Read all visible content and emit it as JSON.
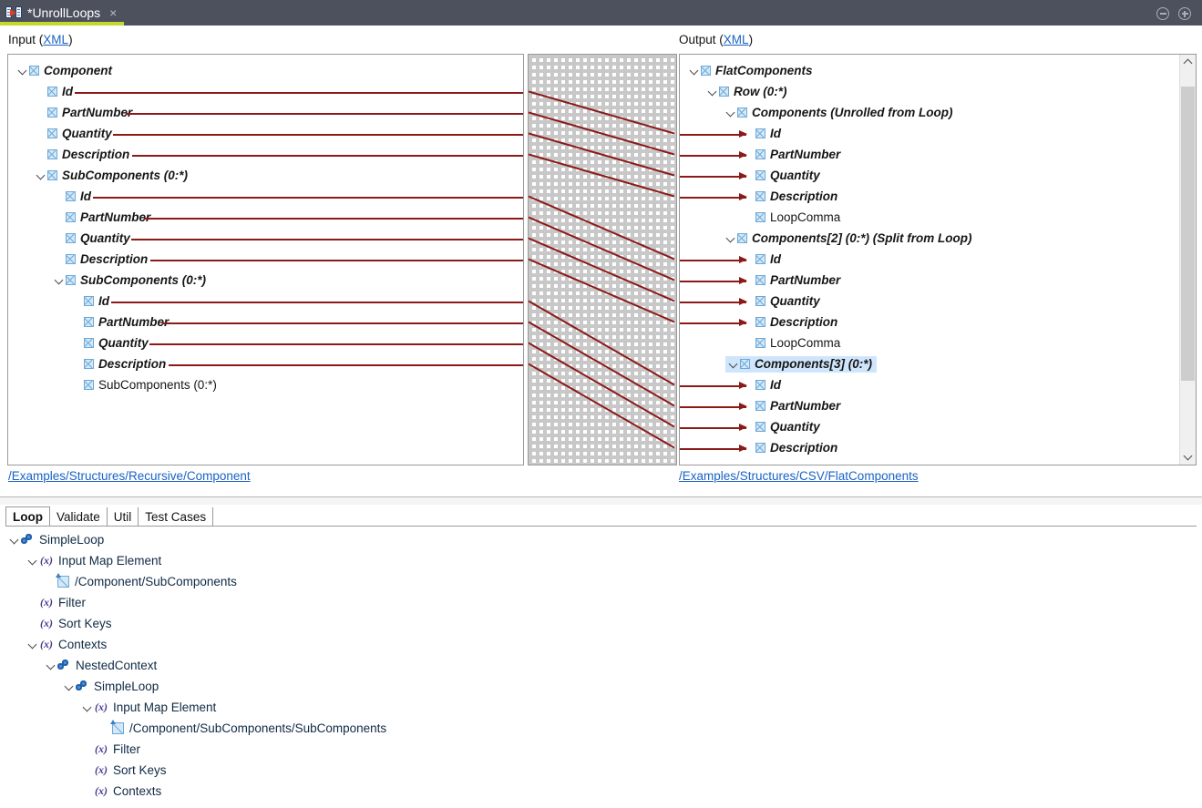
{
  "window": {
    "tab_title": "*UnrollLoops",
    "tab_icon": "mapping-document-icon",
    "close_label": "×",
    "accent_color": "#c4d82e",
    "titlebar_color": "#4d515e",
    "minimize_icon": "minus-circle-icon",
    "maximize_icon": "plus-circle-icon"
  },
  "input_panel": {
    "header_text": "Input",
    "header_link": "(XML)",
    "link_open": "(",
    "link_label": "XML",
    "link_close": ")",
    "path": "/Examples/Structures/Recursive/Component",
    "nodes": [
      {
        "label": "Component",
        "depth": 0,
        "bold": true,
        "twisty": "open",
        "mapped": false
      },
      {
        "label": "Id",
        "depth": 1,
        "bold": true,
        "twisty": "none",
        "mapped": true
      },
      {
        "label": "PartNumber",
        "depth": 1,
        "bold": true,
        "twisty": "none",
        "mapped": true
      },
      {
        "label": "Quantity",
        "depth": 1,
        "bold": true,
        "twisty": "none",
        "mapped": true
      },
      {
        "label": "Description",
        "depth": 1,
        "bold": true,
        "twisty": "none",
        "mapped": true
      },
      {
        "label": "SubComponents (0:*)",
        "depth": 1,
        "bold": true,
        "twisty": "open",
        "mapped": false
      },
      {
        "label": "Id",
        "depth": 2,
        "bold": true,
        "twisty": "none",
        "mapped": true
      },
      {
        "label": "PartNumber",
        "depth": 2,
        "bold": true,
        "twisty": "none",
        "mapped": true
      },
      {
        "label": "Quantity",
        "depth": 2,
        "bold": true,
        "twisty": "none",
        "mapped": true
      },
      {
        "label": "Description",
        "depth": 2,
        "bold": true,
        "twisty": "none",
        "mapped": true
      },
      {
        "label": "SubComponents (0:*)",
        "depth": 2,
        "bold": true,
        "twisty": "open",
        "mapped": false
      },
      {
        "label": "Id",
        "depth": 3,
        "bold": true,
        "twisty": "none",
        "mapped": true
      },
      {
        "label": "PartNumber",
        "depth": 3,
        "bold": true,
        "twisty": "none",
        "mapped": true
      },
      {
        "label": "Quantity",
        "depth": 3,
        "bold": true,
        "twisty": "none",
        "mapped": true
      },
      {
        "label": "Description",
        "depth": 3,
        "bold": true,
        "twisty": "none",
        "mapped": true
      },
      {
        "label": "SubComponents (0:*)",
        "depth": 3,
        "bold": false,
        "twisty": "none",
        "mapped": false
      }
    ]
  },
  "output_panel": {
    "header_text": "Output",
    "link_open": "(",
    "link_label": "XML",
    "link_close": ")",
    "path": "/Examples/Structures/CSV/FlatComponents",
    "selected_node": "Components[3] (0:*)",
    "nodes": [
      {
        "label": "FlatComponents",
        "depth": 0,
        "bold": true,
        "twisty": "open",
        "arrow": false,
        "selected": false
      },
      {
        "label": "Row (0:*)",
        "depth": 1,
        "bold": true,
        "twisty": "open",
        "arrow": false,
        "selected": false
      },
      {
        "label": "Components (Unrolled from Loop)",
        "depth": 2,
        "bold": true,
        "twisty": "open",
        "arrow": false,
        "selected": false
      },
      {
        "label": "Id",
        "depth": 3,
        "bold": true,
        "twisty": "none",
        "arrow": true,
        "selected": false
      },
      {
        "label": "PartNumber",
        "depth": 3,
        "bold": true,
        "twisty": "none",
        "arrow": true,
        "selected": false
      },
      {
        "label": "Quantity",
        "depth": 3,
        "bold": true,
        "twisty": "none",
        "arrow": true,
        "selected": false
      },
      {
        "label": "Description",
        "depth": 3,
        "bold": true,
        "twisty": "none",
        "arrow": true,
        "selected": false
      },
      {
        "label": "LoopComma",
        "depth": 3,
        "bold": false,
        "twisty": "none",
        "arrow": false,
        "selected": false
      },
      {
        "label": "Components[2] (0:*) (Split from Loop)",
        "depth": 2,
        "bold": true,
        "twisty": "open",
        "arrow": false,
        "selected": false
      },
      {
        "label": "Id",
        "depth": 3,
        "bold": true,
        "twisty": "none",
        "arrow": true,
        "selected": false
      },
      {
        "label": "PartNumber",
        "depth": 3,
        "bold": true,
        "twisty": "none",
        "arrow": true,
        "selected": false
      },
      {
        "label": "Quantity",
        "depth": 3,
        "bold": true,
        "twisty": "none",
        "arrow": true,
        "selected": false
      },
      {
        "label": "Description",
        "depth": 3,
        "bold": true,
        "twisty": "none",
        "arrow": true,
        "selected": false
      },
      {
        "label": "LoopComma",
        "depth": 3,
        "bold": false,
        "twisty": "none",
        "arrow": false,
        "selected": false
      },
      {
        "label": "Components[3] (0:*)",
        "depth": 2,
        "bold": true,
        "twisty": "open",
        "arrow": false,
        "selected": true
      },
      {
        "label": "Id",
        "depth": 3,
        "bold": true,
        "twisty": "none",
        "arrow": true,
        "selected": false
      },
      {
        "label": "PartNumber",
        "depth": 3,
        "bold": true,
        "twisty": "none",
        "arrow": true,
        "selected": false
      },
      {
        "label": "Quantity",
        "depth": 3,
        "bold": true,
        "twisty": "none",
        "arrow": true,
        "selected": false
      },
      {
        "label": "Description",
        "depth": 3,
        "bold": true,
        "twisty": "none",
        "arrow": true,
        "selected": false
      }
    ]
  },
  "canvas": {
    "line_color": "#8b1a18",
    "grid": "dashed",
    "connections": 12
  },
  "scrollbar": {
    "up_icon": "chevron-up-icon",
    "down_icon": "chevron-down-icon",
    "thumb_top_pct": 4,
    "thumb_height_pct": 78
  },
  "bottom_panel": {
    "tabs": [
      {
        "label": "Loop",
        "active": true
      },
      {
        "label": "Validate",
        "active": false
      },
      {
        "label": "Util",
        "active": false
      },
      {
        "label": "Test Cases",
        "active": false
      }
    ],
    "nodes": [
      {
        "label": "SimpleLoop",
        "depth": 0,
        "icon": "chain",
        "twisty": "open"
      },
      {
        "label": "Input Map Element",
        "depth": 1,
        "icon": "fx",
        "twisty": "open"
      },
      {
        "label": "/Component/SubComponents",
        "depth": 2,
        "icon": "pathicon",
        "twisty": "none"
      },
      {
        "label": "Filter",
        "depth": 1,
        "icon": "fx",
        "twisty": "none"
      },
      {
        "label": "Sort Keys",
        "depth": 1,
        "icon": "fx",
        "twisty": "none"
      },
      {
        "label": "Contexts",
        "depth": 1,
        "icon": "fx",
        "twisty": "open"
      },
      {
        "label": "NestedContext",
        "depth": 2,
        "icon": "chain",
        "twisty": "open"
      },
      {
        "label": "SimpleLoop",
        "depth": 3,
        "icon": "chain",
        "twisty": "open"
      },
      {
        "label": "Input Map Element",
        "depth": 4,
        "icon": "fx",
        "twisty": "open"
      },
      {
        "label": "/Component/SubComponents/SubComponents",
        "depth": 5,
        "icon": "pathicon",
        "twisty": "none"
      },
      {
        "label": "Filter",
        "depth": 4,
        "icon": "fx",
        "twisty": "none"
      },
      {
        "label": "Sort Keys",
        "depth": 4,
        "icon": "fx",
        "twisty": "none"
      },
      {
        "label": "Contexts",
        "depth": 4,
        "icon": "fx",
        "twisty": "none"
      }
    ],
    "fx_glyph": "(x)"
  }
}
